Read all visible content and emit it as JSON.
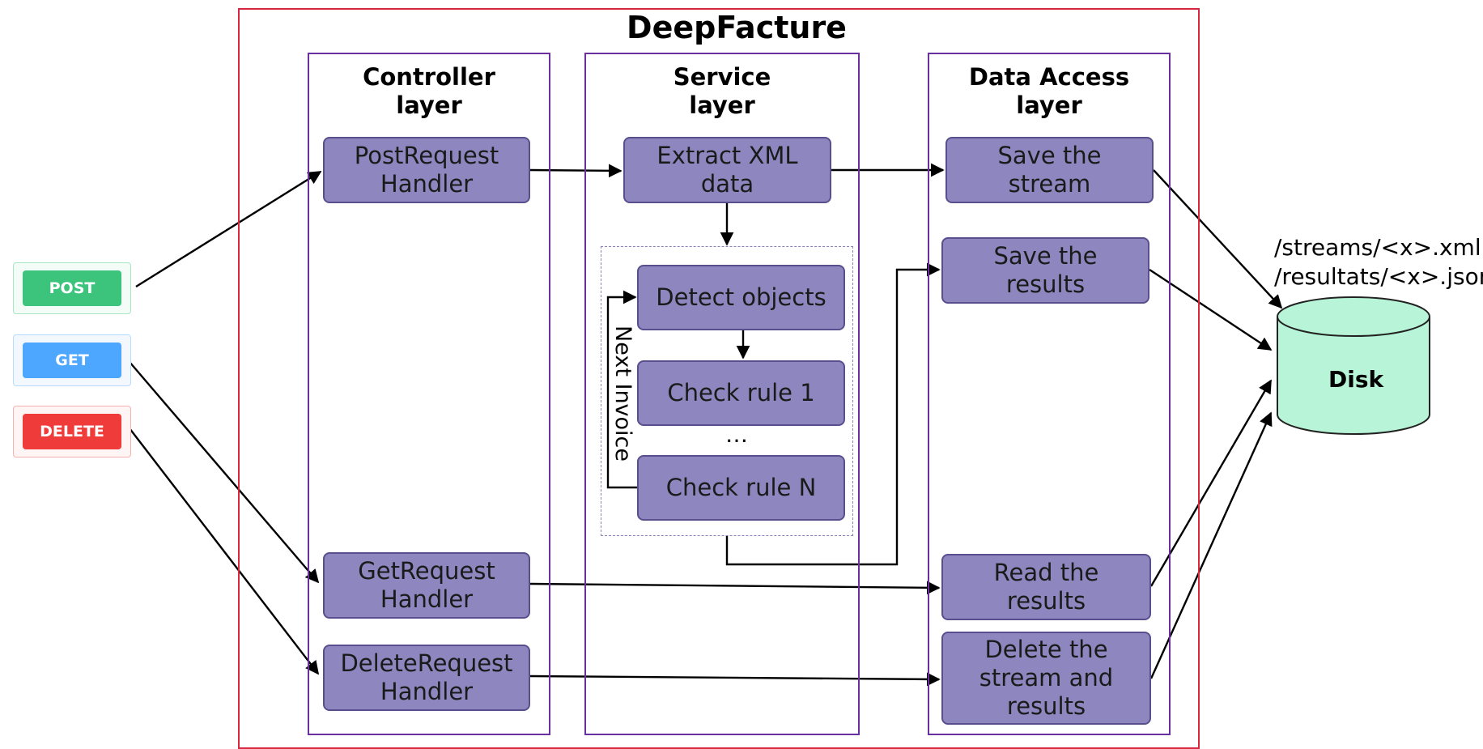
{
  "title": "DeepFacture",
  "layers": {
    "controller": "Controller\nlayer",
    "service": "Service\nlayer",
    "data_access": "Data Access\nlayer"
  },
  "http_methods": {
    "post": "POST",
    "get": "GET",
    "delete": "DELETE"
  },
  "controller_nodes": {
    "post_handler": "PostRequest\nHandler",
    "get_handler": "GetRequest\nHandler",
    "delete_handler": "DeleteRequest\nHandler"
  },
  "service_nodes": {
    "extract": "Extract XML\ndata",
    "detect": "Detect objects",
    "rule1": "Check rule 1",
    "ellipsis": "…",
    "ruleN": "Check rule N",
    "loop_label": "Next Invoice"
  },
  "data_nodes": {
    "save_stream": "Save the\nstream",
    "save_results": "Save the\nresults",
    "read_results": "Read the\nresults",
    "delete_all": "Delete the\nstream and\nresults"
  },
  "storage": {
    "disk_label": "Disk",
    "paths": [
      "/streams/<x>.xml",
      "/resultats/<x>.json"
    ]
  },
  "colors": {
    "post": "#3cc47c",
    "get": "#4ea7ff",
    "delete": "#f03b3b",
    "node_fill": "#8e86bf",
    "disk_fill": "#b8f5d8",
    "frame": "#d8283f",
    "layer_border": "#6a2fa0"
  }
}
